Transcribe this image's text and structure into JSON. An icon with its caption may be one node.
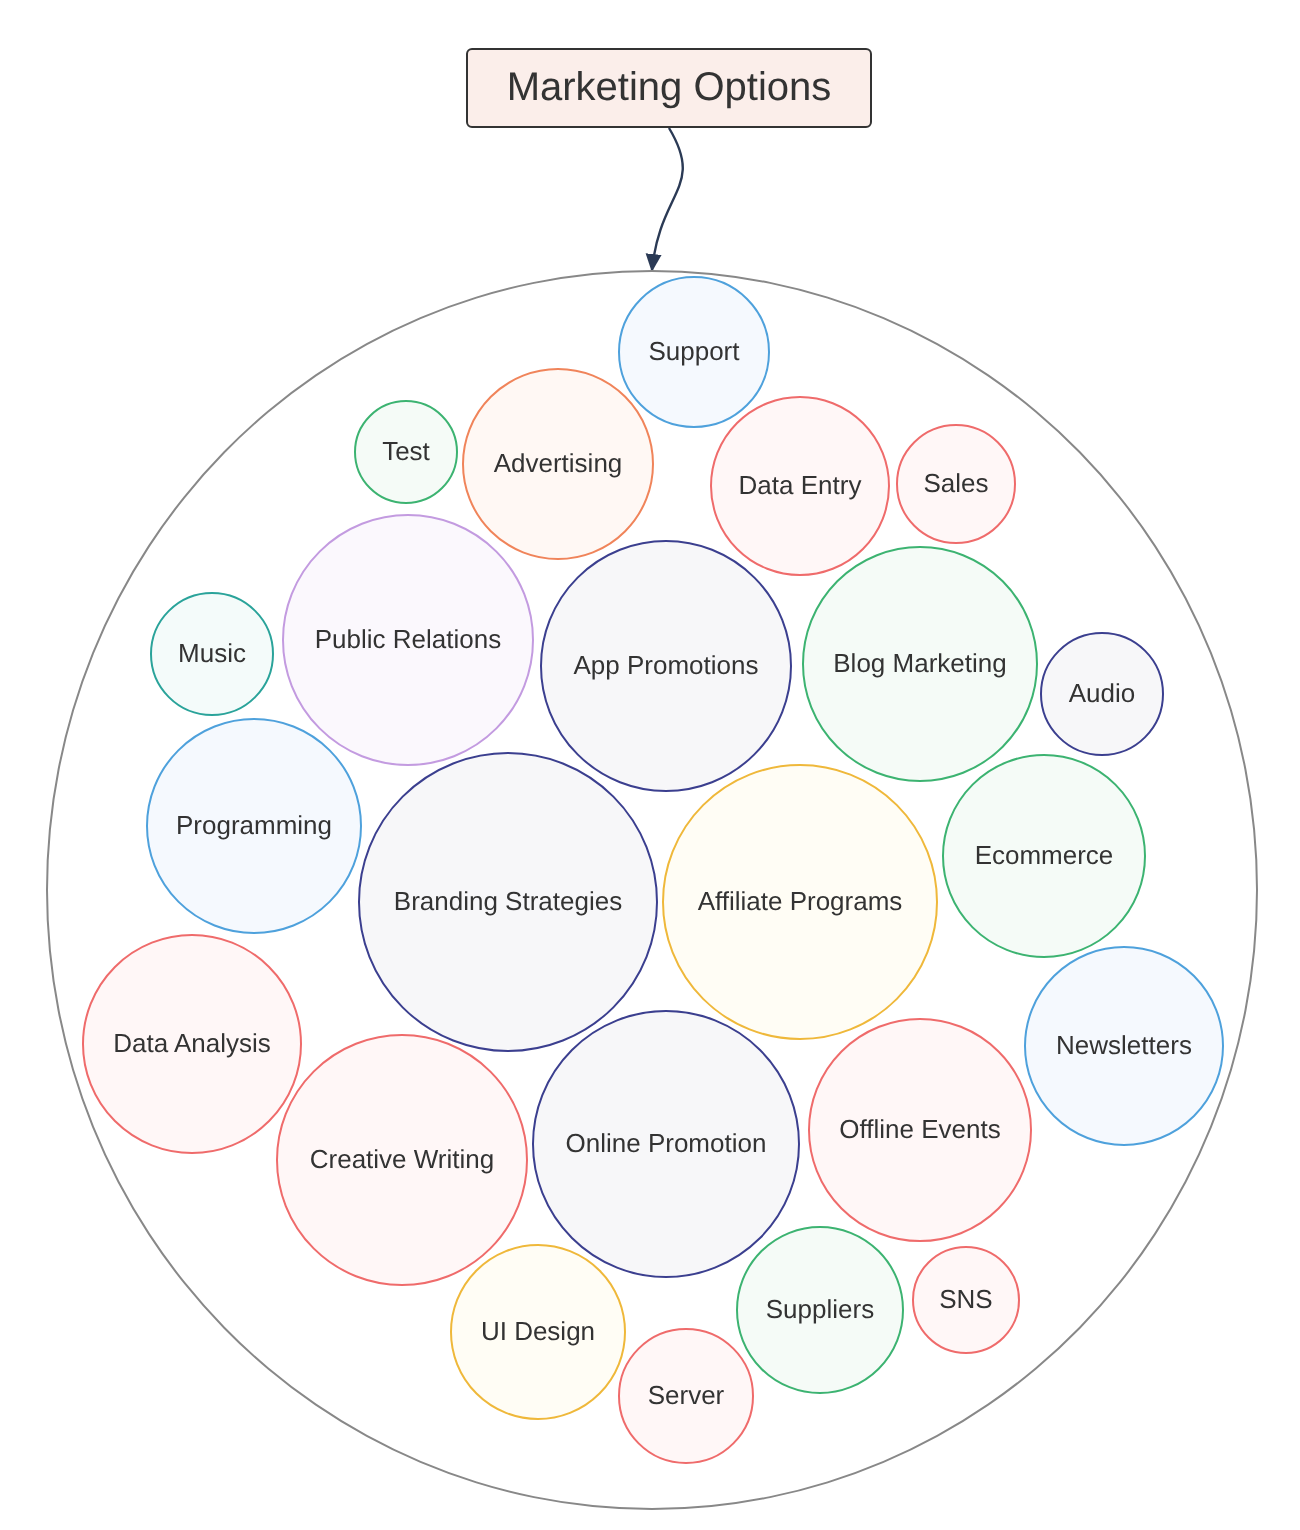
{
  "diagram": {
    "nodes": [
      {
        "text": [
          "Marketing Options"
        ]
      },
      {
        "text": [],
        "shape": "circle"
      },
      {
        "text": [
          "Support"
        ],
        "in": 1
      },
      {
        "text": [
          "Test"
        ],
        "in": 1
      },
      {
        "text": [
          "Advertising"
        ],
        "in": 1
      },
      {
        "text": [
          "Data Entry"
        ],
        "in": 1
      },
      {
        "text": [
          "Sales"
        ],
        "in": 1
      },
      {
        "text": [
          "Public Relations"
        ],
        "in": 1
      },
      {
        "text": [
          "Music"
        ],
        "in": 1
      },
      {
        "text": [
          "App Promotions"
        ],
        "in": 1
      },
      {
        "text": [
          "Blog Marketing"
        ],
        "in": 1
      },
      {
        "text": [
          "Audio"
        ],
        "in": 1
      },
      {
        "text": [
          "Programming"
        ],
        "in": 1
      },
      {
        "text": [
          "Ecommerce"
        ],
        "in": 1
      },
      {
        "text": [
          "Branding Strategies"
        ],
        "in": 1
      },
      {
        "text": [
          "Affiliate Programs"
        ],
        "in": 1
      },
      {
        "text": [
          "Newsletters"
        ],
        "in": 1
      },
      {
        "text": [
          "Data Analysis"
        ],
        "in": 1
      },
      {
        "text": [
          "Creative Writing"
        ],
        "in": 1
      },
      {
        "text": [
          "Online Promotion"
        ],
        "in": 1
      },
      {
        "text": [
          "Offline Events"
        ],
        "in": 1
      },
      {
        "text": [
          "Suppliers"
        ],
        "in": 1
      },
      {
        "text": [
          "SNS"
        ],
        "in": 1
      },
      {
        "text": [
          "UI Design"
        ],
        "in": 1
      },
      {
        "text": [
          "Server"
        ],
        "in": 1
      }
    ],
    "edges": [
      {
        "from": 0,
        "to": 1,
        "arrow": "to"
      }
    ]
  }
}
